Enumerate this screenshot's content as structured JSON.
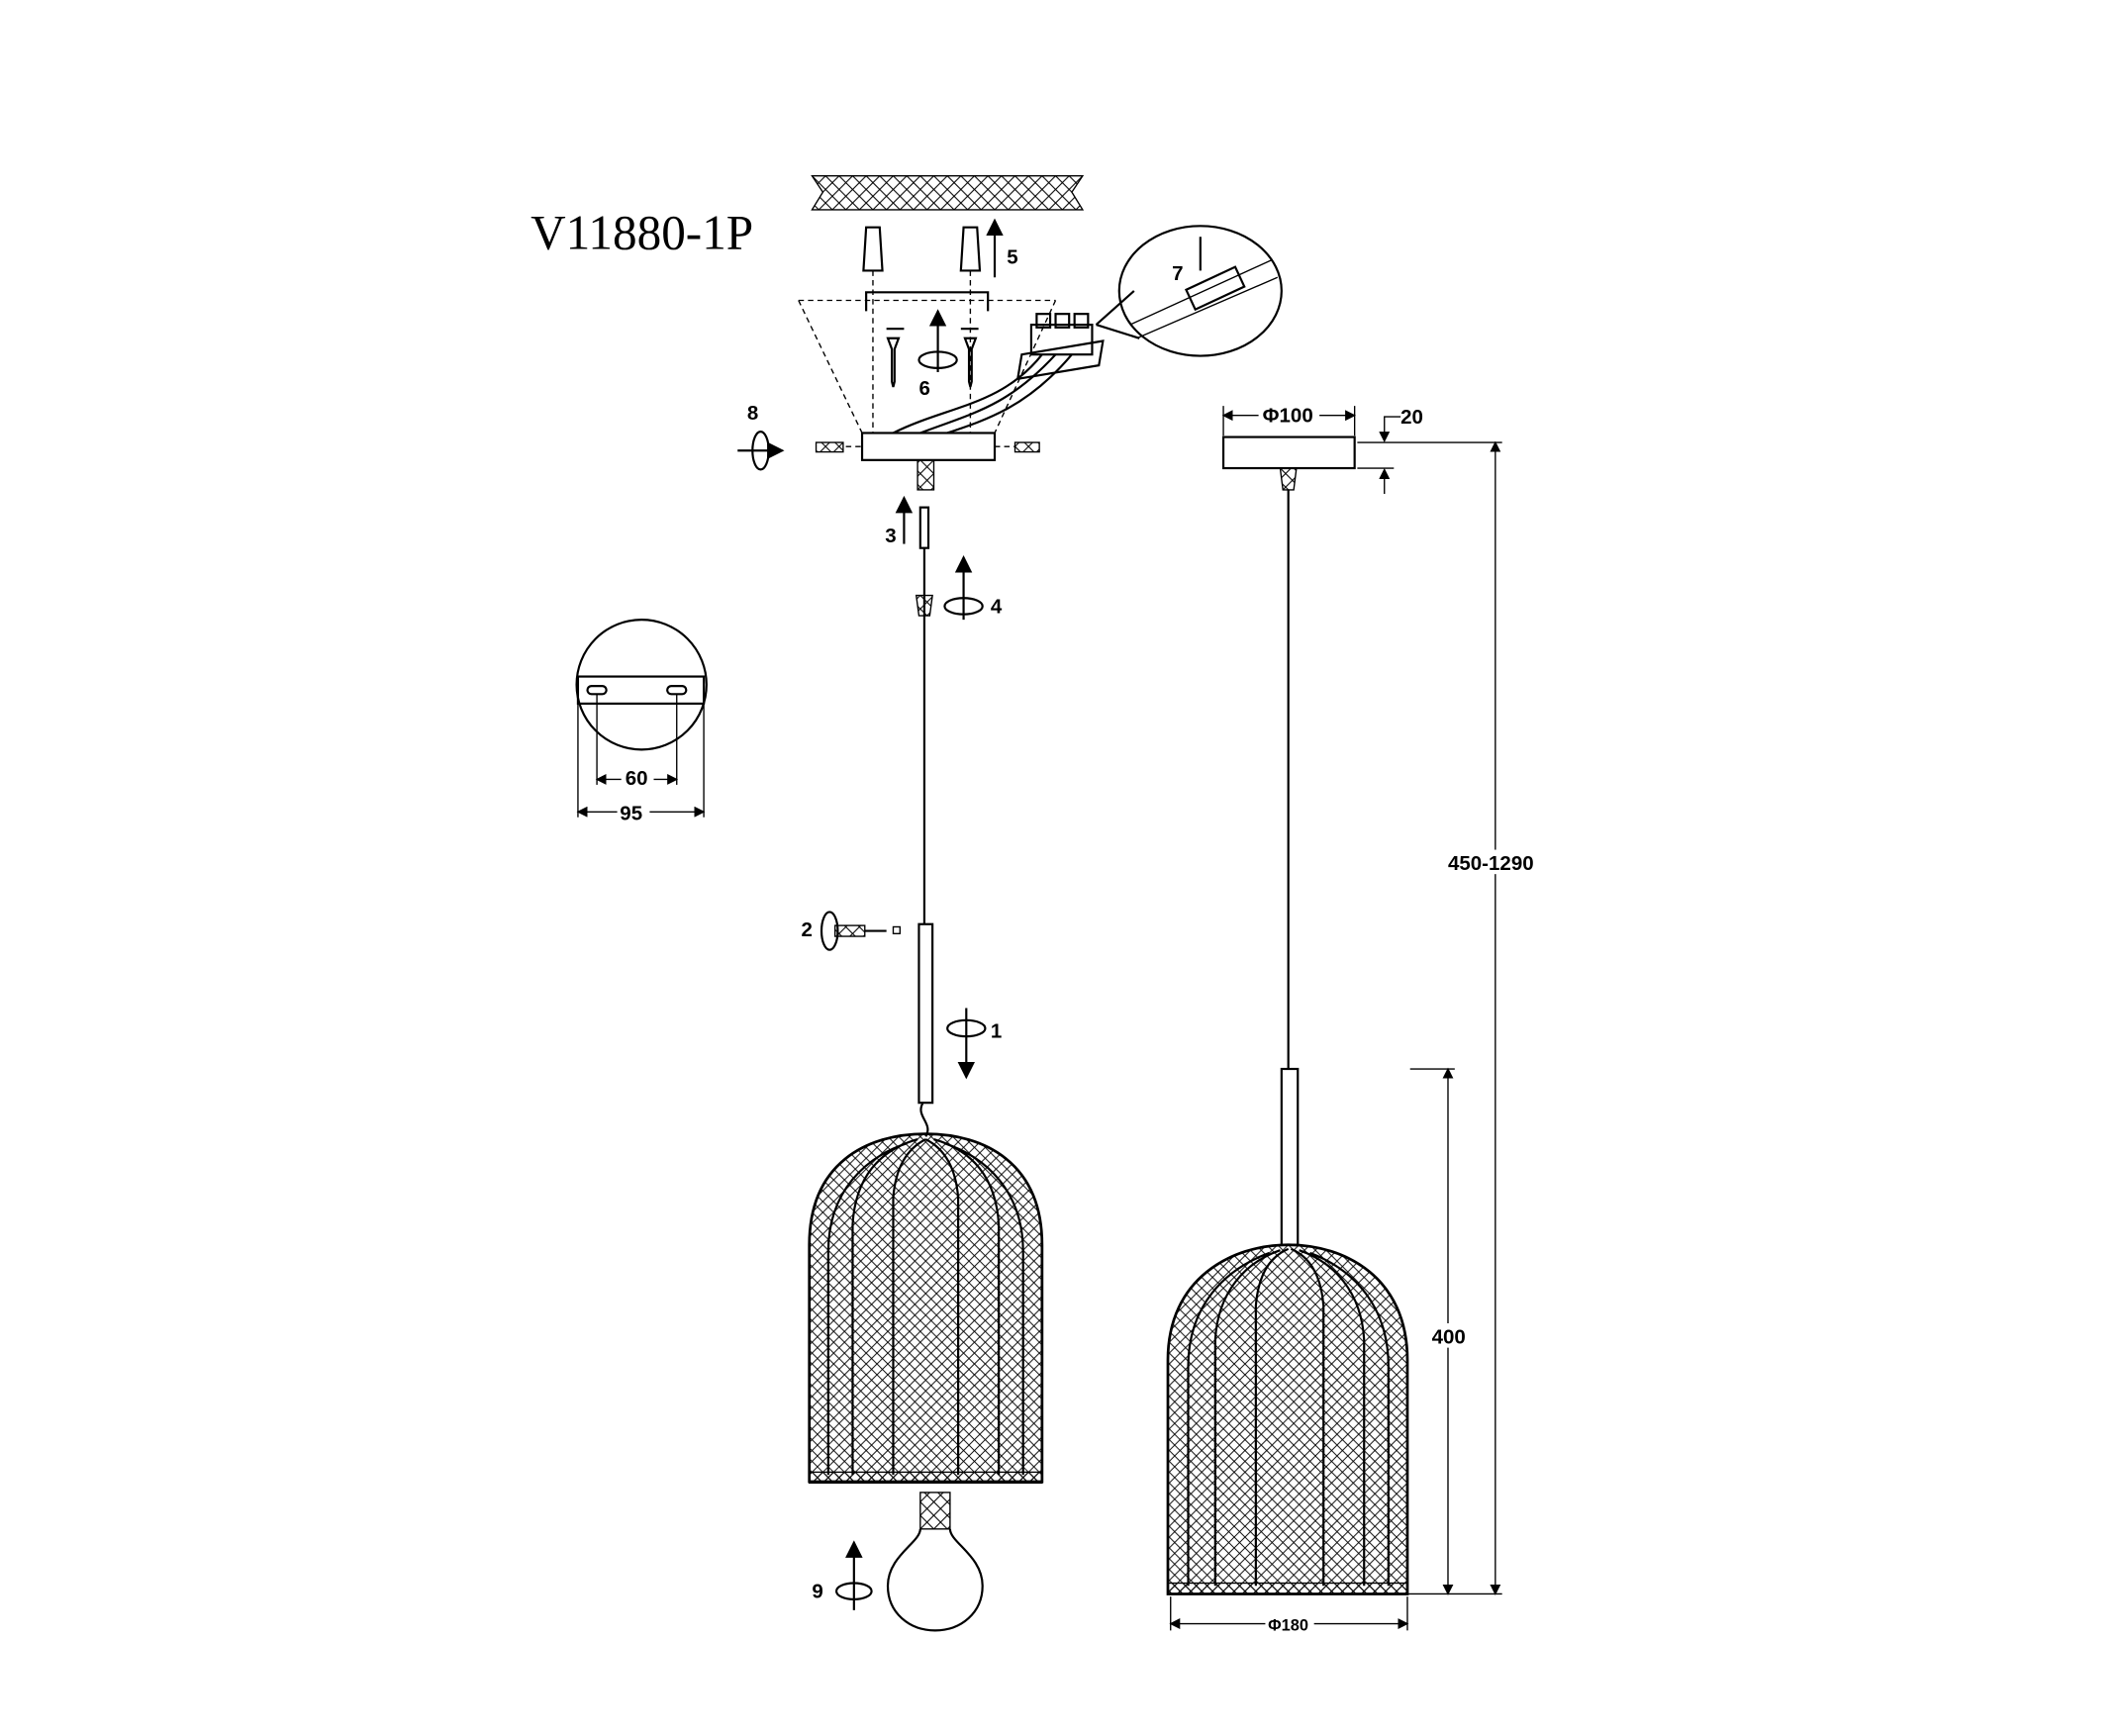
{
  "title": "V11880-1P",
  "steps": [
    "1",
    "2",
    "3",
    "4",
    "5",
    "6",
    "7",
    "8",
    "9"
  ],
  "dimensions": {
    "canopy_diameter": "Φ100",
    "canopy_height": "20",
    "total_height": "450-1290",
    "shade_height": "400",
    "shade_diameter": "Φ180",
    "bracket_hole_spacing": "60",
    "bracket_width": "95"
  }
}
